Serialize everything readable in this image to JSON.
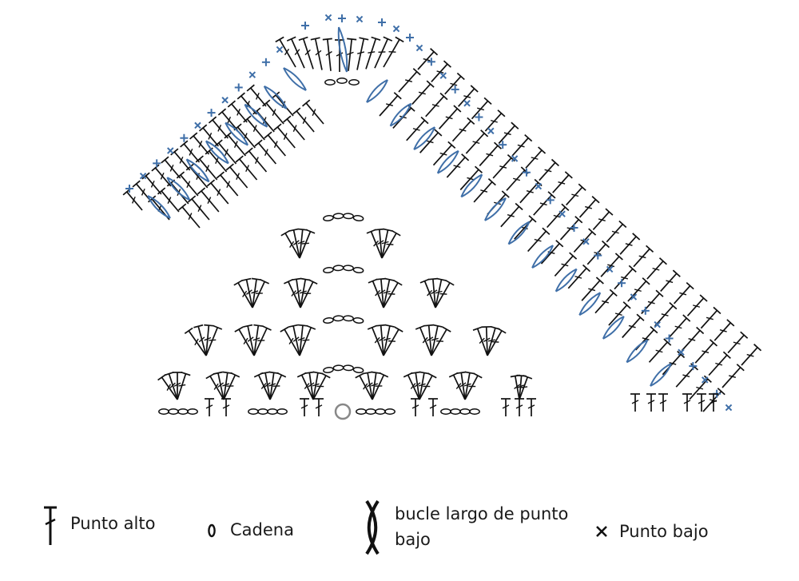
{
  "colors": {
    "stitch": "#111111",
    "border": "#3f6fa8",
    "ring": "#888888",
    "background": "#ffffff"
  },
  "legend": {
    "punto_alto": {
      "label": "Punto alto",
      "icon": "double-crochet-icon"
    },
    "cadena": {
      "label": "Cadena",
      "icon": "chain-icon"
    },
    "bucle_largo": {
      "label": "bucle largo de punto bajo",
      "label_line1": "bucle largo de punto",
      "label_line2": "bajo",
      "icon": "long-loop-single-crochet-icon"
    },
    "punto_bajo": {
      "label": "Punto bajo",
      "icon": "single-crochet-icon"
    }
  }
}
